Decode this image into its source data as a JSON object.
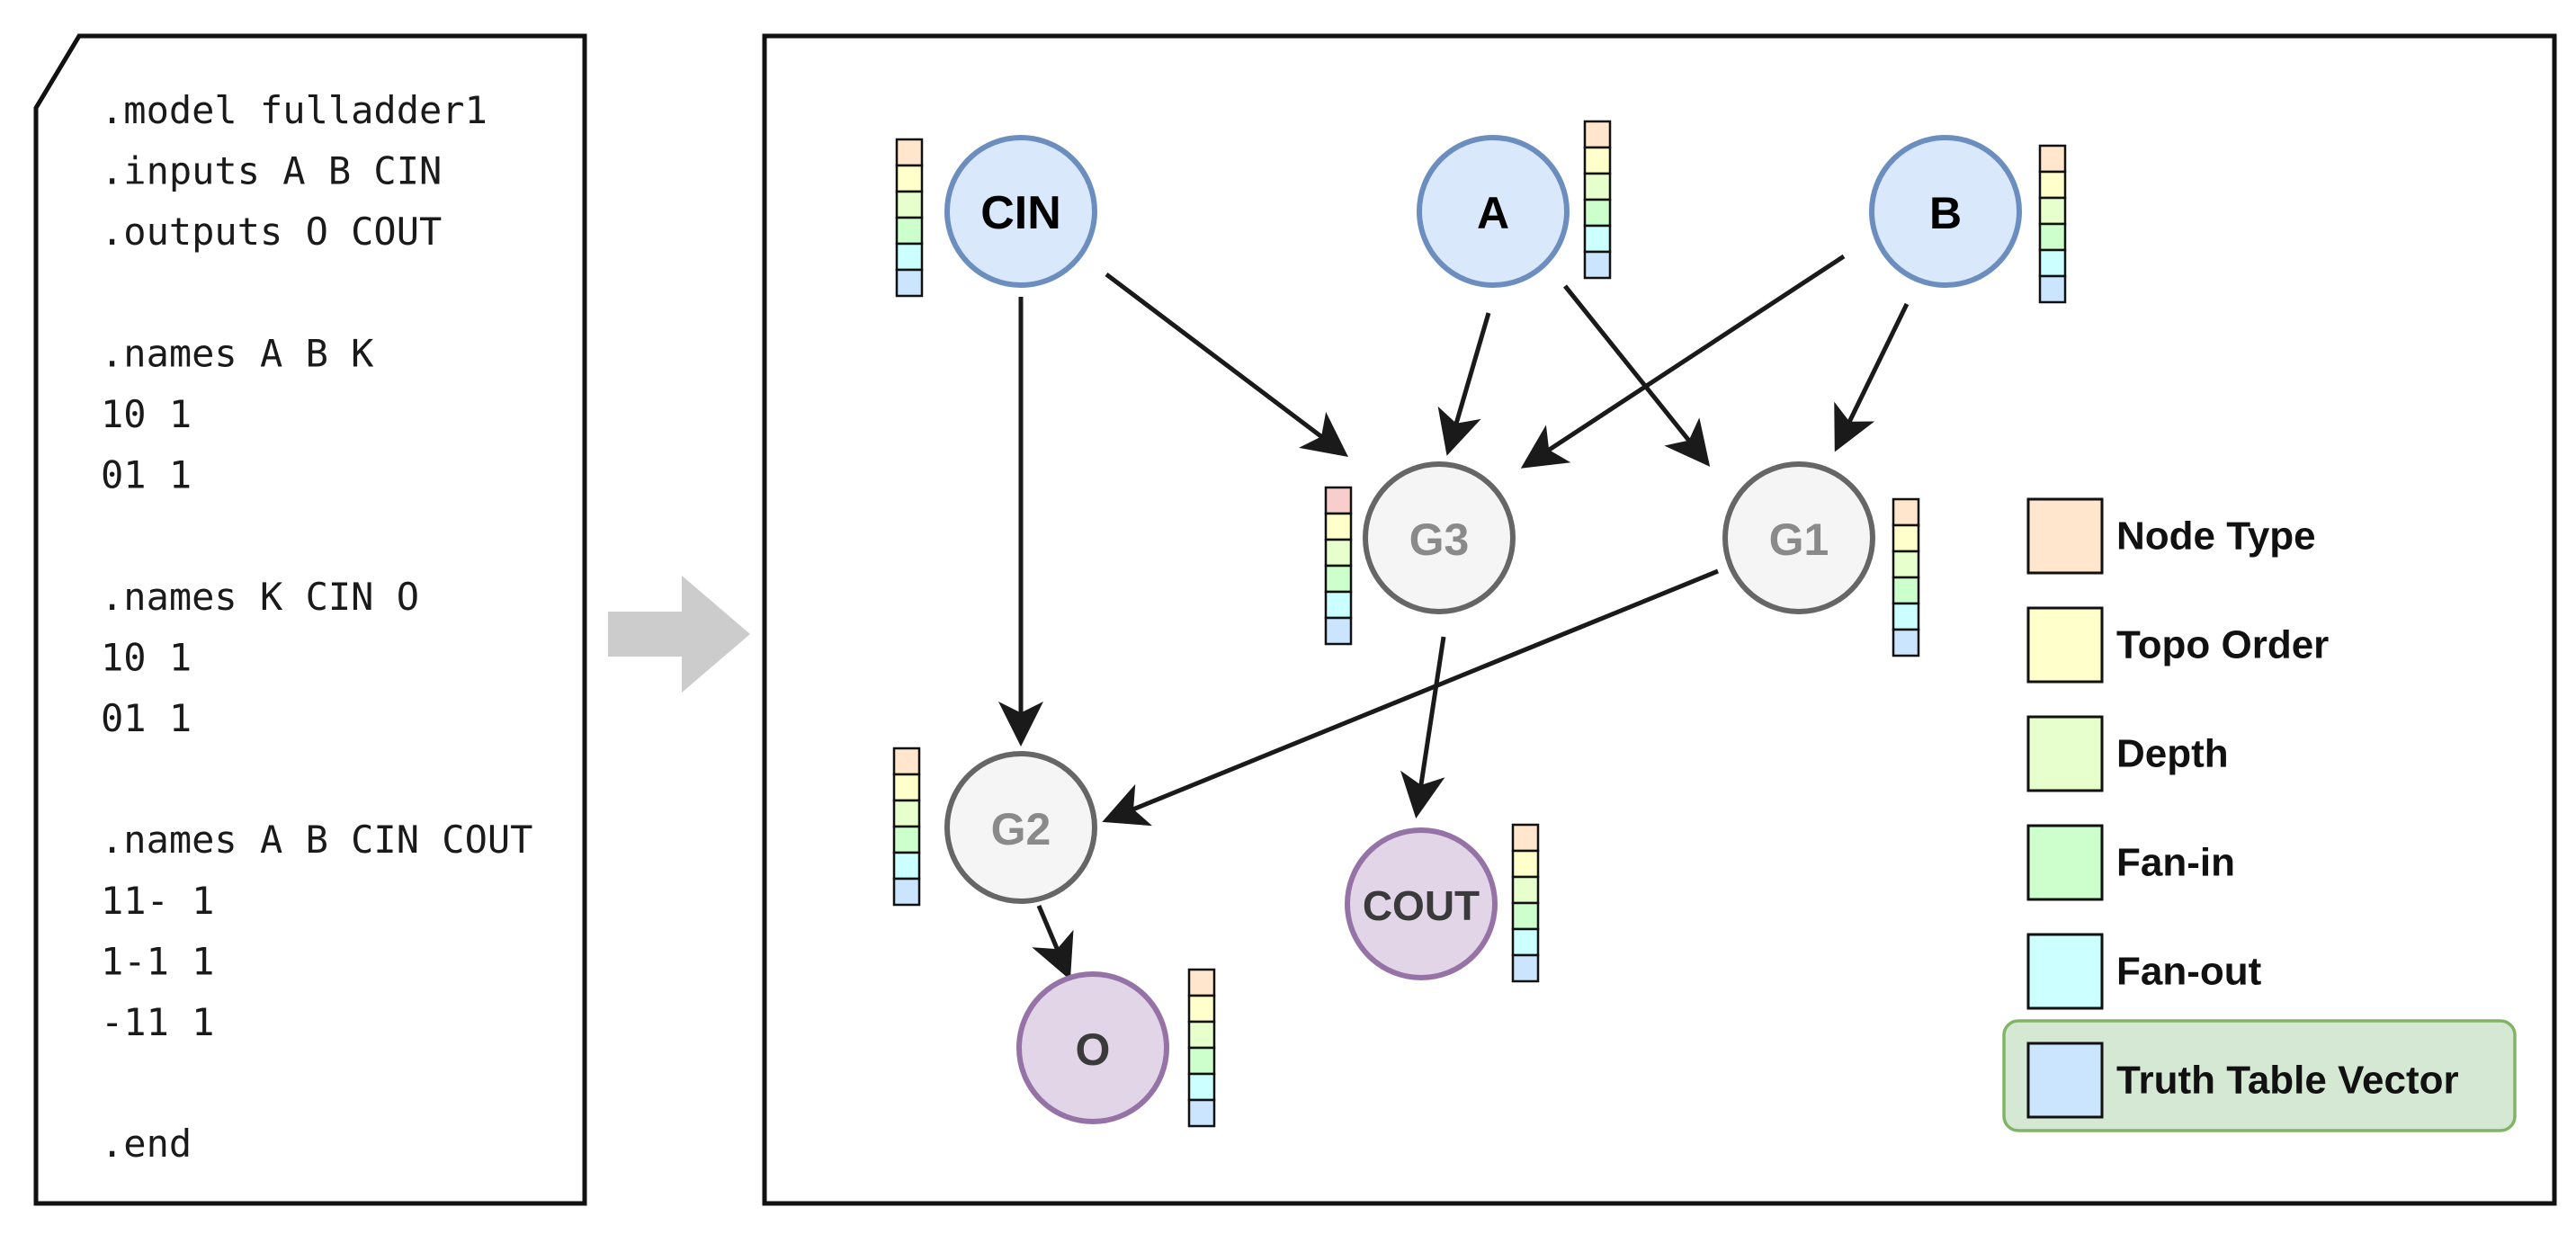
{
  "colors": {
    "input_fill": "#dae8fc",
    "input_stroke": "#6c8ebf",
    "gate_fill": "#f5f5f5",
    "gate_stroke": "#666666",
    "gate_text": "#8a8a8a",
    "output_fill": "#e1d5e7",
    "output_stroke": "#9673a6",
    "output_text": "#3a3a3a",
    "arrow": "#1a1a1a",
    "transition_arrow": "#cccccc",
    "legend_highlight_fill": "#d5e8d4",
    "legend_highlight_stroke": "#82b366"
  },
  "blif": {
    "lines": [
      ".model fulladder1",
      ".inputs A B CIN",
      ".outputs O COUT",
      "",
      ".names A B K",
      "10 1",
      "01 1",
      "",
      ".names K CIN O",
      "10 1",
      "01 1",
      "",
      ".names A B CIN COUT",
      "11- 1",
      "1-1 1",
      "-11 1",
      "",
      ".end"
    ]
  },
  "graph": {
    "nodes": [
      {
        "id": "CIN",
        "label": "CIN",
        "kind": "input"
      },
      {
        "id": "A",
        "label": "A",
        "kind": "input"
      },
      {
        "id": "B",
        "label": "B",
        "kind": "input"
      },
      {
        "id": "G3",
        "label": "G3",
        "kind": "gate",
        "top_cell": "#f8cecc"
      },
      {
        "id": "G1",
        "label": "G1",
        "kind": "gate"
      },
      {
        "id": "G2",
        "label": "G2",
        "kind": "gate"
      },
      {
        "id": "COUT",
        "label": "COUT",
        "kind": "output"
      },
      {
        "id": "O",
        "label": "O",
        "kind": "output"
      }
    ],
    "edges": [
      {
        "from": "CIN",
        "to": "G2"
      },
      {
        "from": "CIN",
        "to": "G3"
      },
      {
        "from": "A",
        "to": "G3"
      },
      {
        "from": "A",
        "to": "G1"
      },
      {
        "from": "B",
        "to": "G3"
      },
      {
        "from": "B",
        "to": "G1"
      },
      {
        "from": "G1",
        "to": "G2"
      },
      {
        "from": "G3",
        "to": "COUT"
      },
      {
        "from": "G2",
        "to": "O"
      }
    ]
  },
  "feature_vector": {
    "cells": [
      {
        "label": "Node Type",
        "color": "#ffe6cc"
      },
      {
        "label": "Topo Order",
        "color": "#ffffcc"
      },
      {
        "label": "Depth",
        "color": "#e6ffcc"
      },
      {
        "label": "Fan-in",
        "color": "#ccffcc"
      },
      {
        "label": "Fan-out",
        "color": "#ccffff"
      },
      {
        "label": "Truth Table Vector",
        "color": "#cce5ff",
        "highlighted": true
      }
    ]
  }
}
